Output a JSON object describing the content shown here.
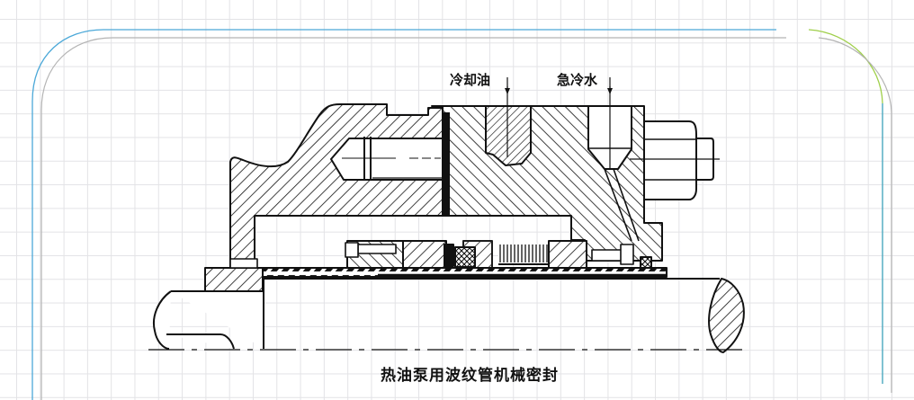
{
  "slide": {
    "background": "#ffffff",
    "grid_color": "#e3e3e6",
    "frame": {
      "left_accent_color": "#4ba8d8",
      "right_accent_color": "#9fcf4a",
      "inner_line_color": "#b4b4b4"
    }
  },
  "figure": {
    "title": "热油泵用波纹管机械密封",
    "labels": {
      "cooling_oil": "冷却油",
      "quench_water": "急冷水"
    },
    "components": [
      "seal-gland",
      "cooling-oil-port",
      "quench-water-port",
      "gland-bolt-and-nut",
      "bellows",
      "stationary-ring",
      "rotating-ring",
      "shaft-sleeve",
      "shaft"
    ]
  }
}
